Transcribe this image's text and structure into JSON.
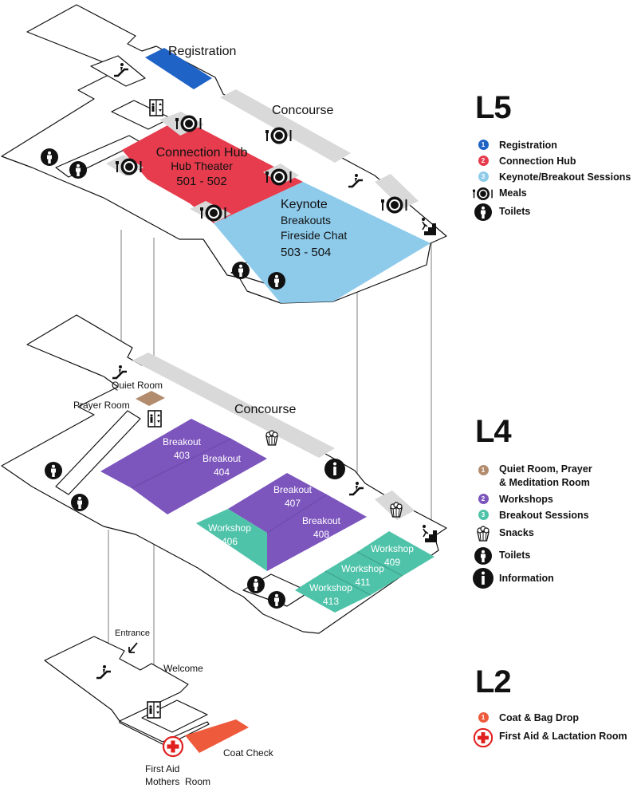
{
  "colors": {
    "registration": "#1f63c7",
    "connection_hub": "#e63c4d",
    "keynote": "#8ecbeb",
    "workshop_purple": "#7c55bd",
    "breakout_teal": "#4fc3a9",
    "quiet_room": "#b38c6e",
    "coat_check": "#ee5a3c",
    "concourse": "#d9d9d9",
    "first_aid": "#e0201f"
  },
  "levels": {
    "L5": {
      "label": "L5",
      "map": {
        "registration": "Registration",
        "concourse": "Concourse",
        "connection_hub": "Connection Hub",
        "hub_theater": "Hub Theater",
        "rooms_501_502": "501 - 502",
        "keynote": "Keynote",
        "breakouts": "Breakouts",
        "fireside_chat": "Fireside Chat",
        "rooms_503_504": "503 - 504"
      },
      "legend": [
        {
          "marker": "1",
          "color": "#1f63c7",
          "label": "Registration"
        },
        {
          "marker": "2",
          "color": "#e63c4d",
          "label": "Connection Hub"
        },
        {
          "marker": "3",
          "color": "#8ecbeb",
          "label": "Keynote/Breakout Sessions"
        },
        {
          "icon": "meals-icon",
          "label": "Meals"
        },
        {
          "icon": "toilet-icon",
          "label": "Toilets"
        }
      ]
    },
    "L4": {
      "label": "L4",
      "map": {
        "quiet_room": "Quiet Room",
        "prayer_room": "Prayer Room",
        "concourse": "Concourse",
        "breakout_403_label": "Breakout",
        "breakout_403_num": "403",
        "breakout_404_label": "Breakout",
        "breakout_404_num": "404",
        "breakout_407_label": "Breakout",
        "breakout_407_num": "407",
        "breakout_408_label": "Breakout",
        "breakout_408_num": "408",
        "workshop_406_label": "Workshop",
        "workshop_406_num": "406",
        "workshop_409_label": "Workshop",
        "workshop_409_num": "409",
        "workshop_411_label": "Workshop",
        "workshop_411_num": "411",
        "workshop_413_label": "Workshop",
        "workshop_413_num": "413"
      },
      "legend": [
        {
          "marker": "1",
          "color": "#b38c6e",
          "label": "Quiet Room, Prayer",
          "label2": "& Meditation Room"
        },
        {
          "marker": "2",
          "color": "#7c55bd",
          "label": "Workshops"
        },
        {
          "marker": "3",
          "color": "#4fc3a9",
          "label": "Breakout Sessions"
        },
        {
          "icon": "snacks-icon",
          "label": "Snacks"
        },
        {
          "icon": "toilet-icon",
          "label": "Toilets"
        },
        {
          "icon": "information-icon",
          "label": "Information"
        }
      ]
    },
    "L2": {
      "label": "L2",
      "map": {
        "entrance": "Entrance",
        "welcome": "Welcome",
        "coat_check": "Coat Check",
        "first_aid": "First Aid",
        "mothers_room": "Mothers  Room"
      },
      "legend": [
        {
          "marker": "1",
          "color": "#ee5a3c",
          "label": "Coat & Bag Drop"
        },
        {
          "icon": "first-aid-icon",
          "label": "First Aid & Lactation Room"
        }
      ]
    }
  }
}
